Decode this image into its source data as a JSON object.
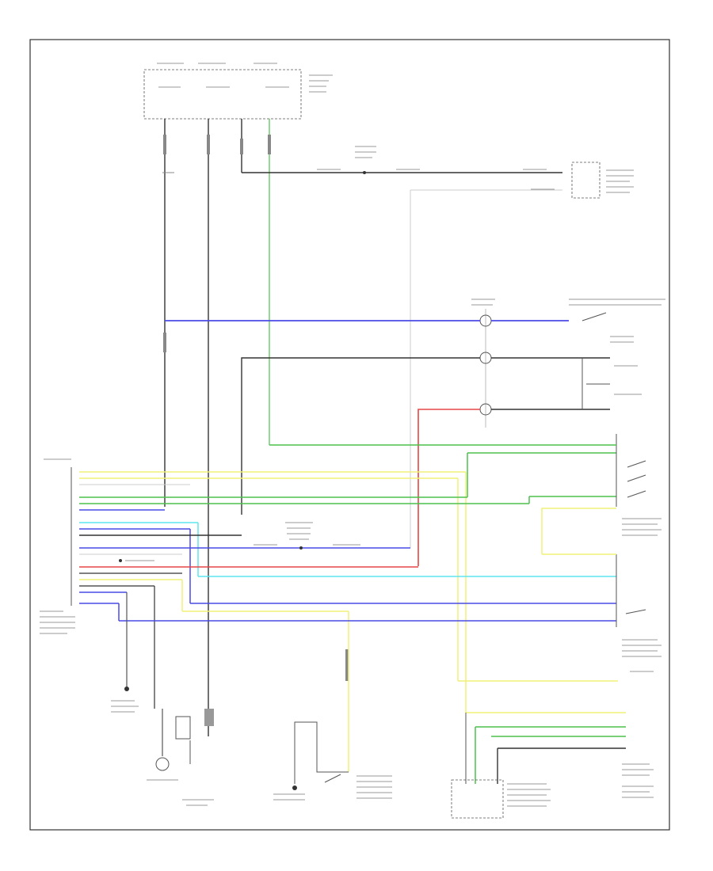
{
  "diagram": {
    "footer_code": "",
    "colors": {
      "blue": "#4a4ae6",
      "green": "#4cc24c",
      "yellow": "#f0f07a",
      "red": "#e64646",
      "cyan": "#5ee6f0",
      "black": "#333333",
      "gray": "#aaaaaa"
    },
    "connector_pin_colors": [
      "yellow",
      "yellow",
      "gray",
      "green",
      "green",
      "blue",
      "cyan",
      "blue",
      "black",
      "blue",
      "black",
      "red",
      "black",
      "blue",
      "blue",
      "blue"
    ]
  }
}
